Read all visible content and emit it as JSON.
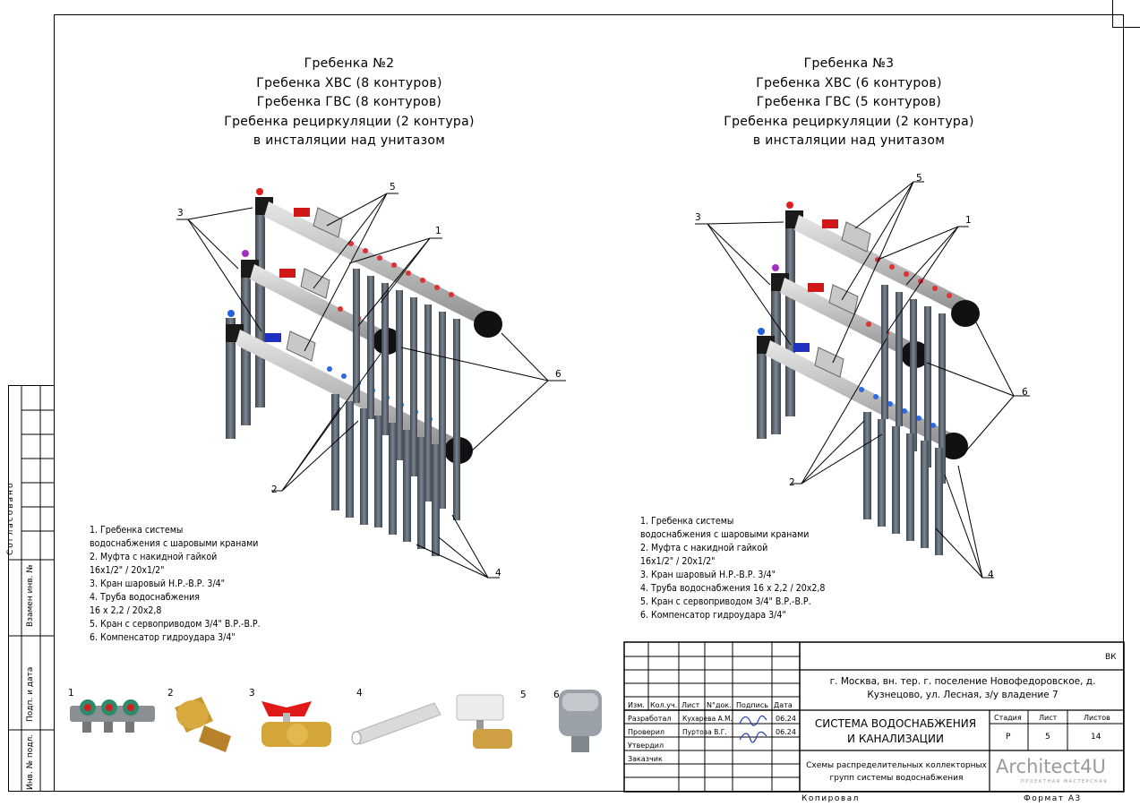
{
  "left_title": [
    "Гребенка №2",
    "Гребенка ХВС (8 контуров)",
    "Гребенка ГВС (8 контуров)",
    "Гребенка рециркуляции (2 контура)",
    "в инсталяции над унитазом"
  ],
  "right_title": [
    "Гребенка №3",
    "Гребенка ХВС (6 контуров)",
    "Гребенка ГВС (5 контуров)",
    "Гребенка рециркуляции (2 контура)",
    "в инсталяции над унитазом"
  ],
  "left_legend": [
    "1. Гребенка системы",
    "водоснабжения с шаровыми кранами",
    "2. Муфта с накидной гайкой",
    "16х1/2\" / 20х1/2\"",
    "3.  Кран шаровый Н.Р.-В.Р. 3/4\"",
    "4. Труба водоснабжения",
    "16 х 2,2 / 20х2,8",
    "5. Кран с сервоприводом 3/4\" В.Р.-В.Р.",
    "6. Компенсатор гидроудара 3/4\""
  ],
  "right_legend": [
    "1. Гребенка системы",
    "водоснабжения с шаровыми кранами",
    "2. Муфта с накидной гайкой",
    "16х1/2\" / 20х1/2\"",
    "3. Кран шаровый Н.Р.-В.Р. 3/4\"",
    "4. Труба водоснабжения 16 х 2,2 / 20х2,8",
    "5. Кран с сервоприводом 3/4\" В.Р.-В.Р.",
    "6. Компенсатор гидроудара 3/4\""
  ],
  "callouts": {
    "n1": "1",
    "n2": "2",
    "n3": "3",
    "n4": "4",
    "n5": "5",
    "n6": "6"
  },
  "photos": [
    {
      "label": "1",
      "name": "manifold"
    },
    {
      "label": "2",
      "name": "coupling"
    },
    {
      "label": "3",
      "name": "ball-valve"
    },
    {
      "label": "4",
      "name": "pipe"
    },
    {
      "label": "5",
      "name": "servo-valve"
    },
    {
      "label": "6",
      "name": "compensator"
    }
  ],
  "side_labels": {
    "agreed": "Согласовано",
    "replaced": "Взамен инв. №",
    "sign_date": "Подп. и дата",
    "inv": "Инв. № подл."
  },
  "stamp": {
    "code": "ВК",
    "address": "г. Москва, вн. тер. г. поселение Новофедоровское, д. Кузнецово, ул. Лесная, з/у владение 7",
    "system": "СИСТЕМА ВОДОСНАБЖЕНИЯ И КАНАЛИЗАЦИИ",
    "sheet_title": "Схемы распределительных коллекторных групп системы водоснабжения",
    "headers": [
      "Изм.",
      "Кол.уч.",
      "Лист",
      "N°док.",
      "Подпись",
      "Дата"
    ],
    "stage_h": "Стадия",
    "sheet_h": "Лист",
    "sheets_h": "Листов",
    "stage": "Р",
    "sheet": "5",
    "sheets": "14",
    "roles": [
      "Разработал",
      "Проверил",
      "Утвердил",
      "Заказчик"
    ],
    "names": [
      "Кухарева А.М.",
      "Пуртова В.Г."
    ],
    "dates": [
      "06.24",
      "06.24"
    ],
    "copied": "Копировал",
    "format": "Формат А3",
    "brand": "Architect4U",
    "brand_sub": "ПРОЕКТНАЯ МАСТЕРСКАЯ"
  }
}
